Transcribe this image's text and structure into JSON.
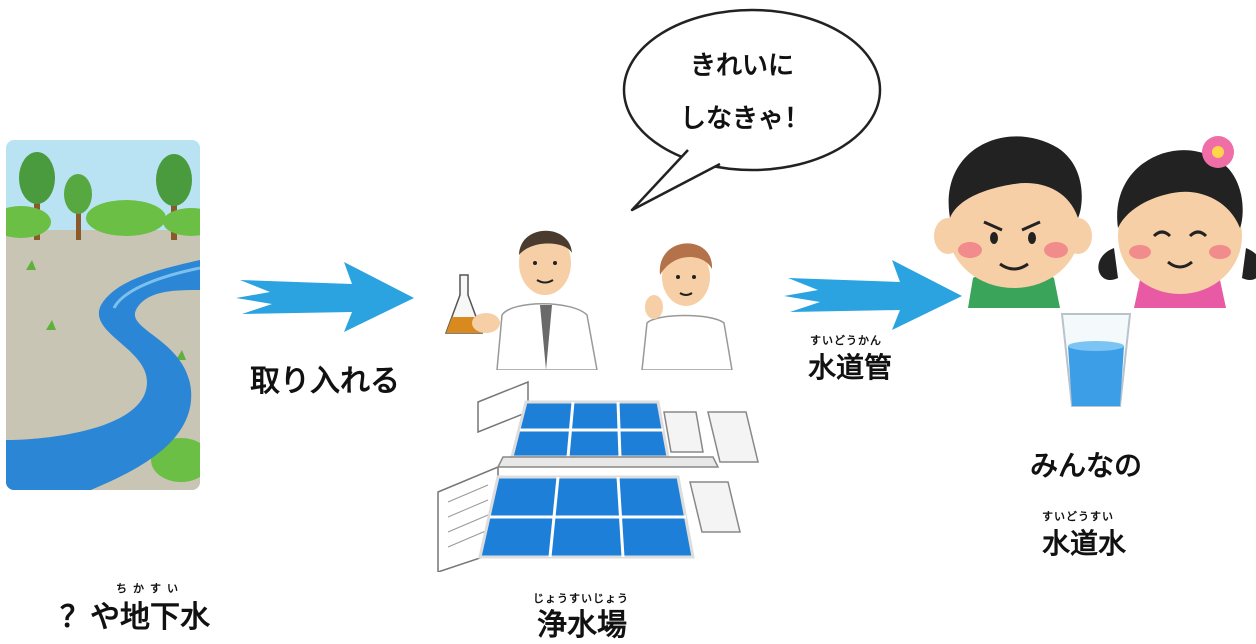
{
  "source": {
    "ruby": "ちかすい",
    "label": "？や地下水"
  },
  "intake": {
    "label": "取り入れる"
  },
  "plant": {
    "ruby": "じょうすいじょう",
    "label": "浄水場"
  },
  "speech": {
    "line1": "きれいに",
    "line2": "しなきゃ！"
  },
  "pipe": {
    "ruby": "すいどうかん",
    "label": "水道管"
  },
  "users": {
    "label": "みんなの",
    "ruby": "すいどうすい",
    "tap_label": "水道水"
  },
  "colors": {
    "arrow": "#2aa3e0",
    "water": "#2b86d6",
    "grass": "#6cbf45",
    "pool": "#1e7fd8"
  }
}
